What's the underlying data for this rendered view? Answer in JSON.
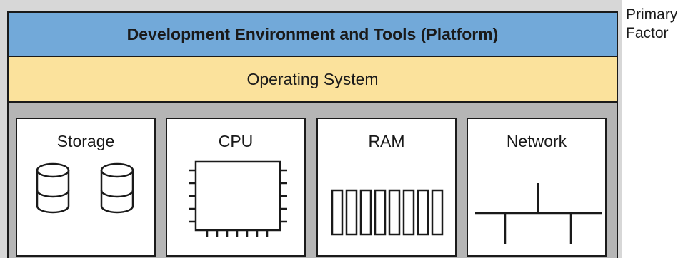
{
  "layers": {
    "platform": "Development Environment and Tools (Platform)",
    "operating_system": "Operating System"
  },
  "hardware": [
    {
      "label": "Storage",
      "icon": "storage-icon"
    },
    {
      "label": "CPU",
      "icon": "cpu-icon"
    },
    {
      "label": "RAM",
      "icon": "ram-icon"
    },
    {
      "label": "Network",
      "icon": "network-icon"
    }
  ],
  "side_label": {
    "line1": "Primary",
    "line2": "Factor"
  },
  "colors": {
    "platform": "#72a9d9",
    "operating_system": "#fbe29c",
    "hardware_band": "#b5b5b5",
    "frame": "#d7d7d7"
  }
}
